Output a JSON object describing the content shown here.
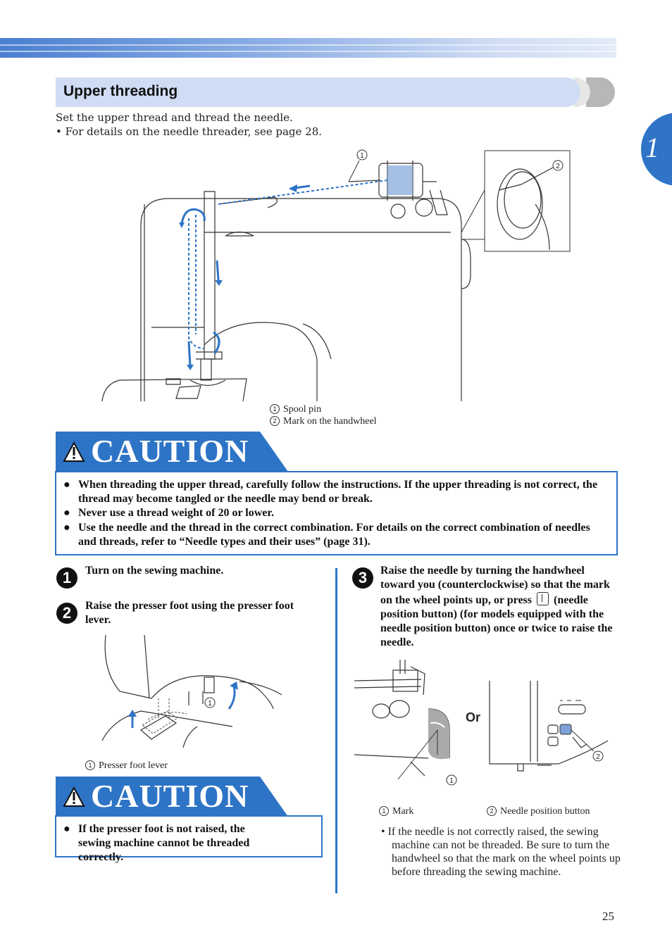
{
  "section": {
    "title": "Upper threading"
  },
  "chapter": {
    "number": "1"
  },
  "intro": {
    "line1": "Set the upper thread and thread the needle.",
    "line2": "• For details on the needle threader, see page 28."
  },
  "fig_main": {
    "callouts": [
      "1",
      "2"
    ],
    "legend": [
      {
        "num": "1",
        "label": "Spool pin"
      },
      {
        "num": "2",
        "label": "Mark on the handwheel"
      }
    ]
  },
  "caution1": {
    "heading": "CAUTION",
    "items": [
      "When threading the upper thread, carefully follow the instructions. If the upper threading is not correct, the thread may become tangled or the needle may bend or break.",
      "Never use a thread weight of 20 or lower.",
      "Use the needle and the thread in the correct combination. For details on the correct combination of needles and threads, refer to “Needle types and their uses” (page 31)."
    ]
  },
  "steps": [
    {
      "num": "1",
      "text": "Turn on the sewing machine."
    },
    {
      "num": "2",
      "text": "Raise the presser foot using the presser foot lever."
    },
    {
      "num": "3",
      "text": "Raise the needle by turning the handwheel toward you (counterclockwise) so that the mark on the wheel points up, or press",
      "text_after": "(needle position button) (for models equipped with the needle position button) once or twice to raise the needle."
    }
  ],
  "fig_foot": {
    "callout": "1",
    "legend": {
      "num": "1",
      "label": "Presser foot lever"
    }
  },
  "caution2": {
    "heading": "CAUTION",
    "items": [
      "If the presser foot is not raised, the sewing machine cannot be threaded correctly."
    ]
  },
  "fig_needle": {
    "or_label": "Or",
    "callouts": [
      "1",
      "2"
    ],
    "legend": [
      {
        "num": "1",
        "label": "Mark"
      },
      {
        "num": "2",
        "label": "Needle position button"
      }
    ]
  },
  "note": "• If the needle is not correctly raised, the sewing machine can not be threaded. Be sure to turn the handwheel so that the mark on the wheel points up before threading the sewing machine.",
  "page_number": "25",
  "colors": {
    "accent": "#2e74c6",
    "heading_bg": "#cfdcf4"
  }
}
